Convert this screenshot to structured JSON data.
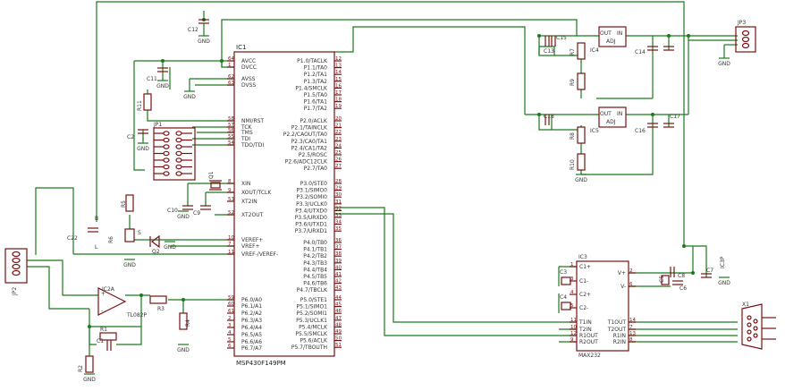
{
  "ic1": {
    "ref": "IC1",
    "value": "MSP430F149PM",
    "left_pins": [
      {
        "name": "AVCC",
        "num": "64"
      },
      {
        "name": "DVCC",
        "num": "1"
      },
      {
        "name": "AVSS",
        "num": "62"
      },
      {
        "name": "DVSS",
        "num": "63"
      },
      {
        "name": "NMI/RST",
        "num": "58"
      },
      {
        "name": "TCK",
        "num": "57"
      },
      {
        "name": "TMS",
        "num": "56"
      },
      {
        "name": "TDI",
        "num": "55"
      },
      {
        "name": "TDO/TDI",
        "num": "54"
      },
      {
        "name": "XIN",
        "num": "8"
      },
      {
        "name": "XOUT/TCLK",
        "num": "9"
      },
      {
        "name": "XT2IN",
        "num": "53"
      },
      {
        "name": "XT2OUT",
        "num": "52"
      },
      {
        "name": "VEREF+",
        "num": "10"
      },
      {
        "name": "VREF+",
        "num": "7"
      },
      {
        "name": "VREF-/VEREF-",
        "num": "11"
      },
      {
        "name": "P6.0/A0",
        "num": "59"
      },
      {
        "name": "P6.1/A1",
        "num": "60"
      },
      {
        "name": "P6.2/A2",
        "num": "61"
      },
      {
        "name": "P6.3/A3",
        "num": "2"
      },
      {
        "name": "P6.4/A4",
        "num": "3"
      },
      {
        "name": "P6.5/A5",
        "num": "4"
      },
      {
        "name": "P6.6/A6",
        "num": "5"
      },
      {
        "name": "P6.7/A7",
        "num": "6"
      }
    ],
    "right_pins": [
      {
        "name": "P1.0/TACLK",
        "num": "12"
      },
      {
        "name": "P1.1/TA0",
        "num": "13"
      },
      {
        "name": "P1.2/TA1",
        "num": "14"
      },
      {
        "name": "P1.3/TA2",
        "num": "15"
      },
      {
        "name": "P1.4/SMCLK",
        "num": "16"
      },
      {
        "name": "P1.5/TA0",
        "num": "17"
      },
      {
        "name": "P1.6/TA1",
        "num": "18"
      },
      {
        "name": "P1.7/TA2",
        "num": "19"
      },
      {
        "name": "P2.0/ACLK",
        "num": "20"
      },
      {
        "name": "P2.1/TAINCLK",
        "num": "21"
      },
      {
        "name": "P2.2/CAOUT/TA0",
        "num": "22"
      },
      {
        "name": "P2.3/CA0/TA1",
        "num": "23"
      },
      {
        "name": "P2.4/CA1/TA2",
        "num": "24"
      },
      {
        "name": "P2.5/ROSC",
        "num": "25"
      },
      {
        "name": "P2.6/ADC12CLK",
        "num": "26"
      },
      {
        "name": "P2.7/TA0",
        "num": "27"
      },
      {
        "name": "P3.0/STE0",
        "num": "28"
      },
      {
        "name": "P3.1/SIMO0",
        "num": "29"
      },
      {
        "name": "P3.2/SOMI0",
        "num": "30"
      },
      {
        "name": "P3.3/UCLK0",
        "num": "31"
      },
      {
        "name": "P3.4/UTXD0",
        "num": "32"
      },
      {
        "name": "P3.5/URXD0",
        "num": "33"
      },
      {
        "name": "P3.6/UTXD1",
        "num": "34"
      },
      {
        "name": "P3.7/URXD1",
        "num": "35"
      },
      {
        "name": "P4.0/TB0",
        "num": "36"
      },
      {
        "name": "P4.1/TB1",
        "num": "37"
      },
      {
        "name": "P4.2/TB2",
        "num": "38"
      },
      {
        "name": "P4.3/TB3",
        "num": "39"
      },
      {
        "name": "P4.4/TB4",
        "num": "40"
      },
      {
        "name": "P4.5/TB5",
        "num": "41"
      },
      {
        "name": "P4.6/TB6",
        "num": "42"
      },
      {
        "name": "P4.7/TBCLK",
        "num": "43"
      },
      {
        "name": "P5.0/STE1",
        "num": "44"
      },
      {
        "name": "P5.1/SIMO1",
        "num": "45"
      },
      {
        "name": "P5.2/SOMI1",
        "num": "46"
      },
      {
        "name": "P5.3/UCLK1",
        "num": "47"
      },
      {
        "name": "P5.4/MCLK",
        "num": "48"
      },
      {
        "name": "P5.5/SMCLK",
        "num": "49"
      },
      {
        "name": "P5.6/ACLK",
        "num": "50"
      },
      {
        "name": "P5.7/TBOUTH",
        "num": "51"
      }
    ]
  },
  "ic3": {
    "ref": "IC3",
    "value": "MAX232",
    "left_pins": [
      {
        "name": "C1+",
        "num": "1"
      },
      {
        "name": "C1-",
        "num": "3"
      },
      {
        "name": "C2+",
        "num": "4"
      },
      {
        "name": "C2-",
        "num": "5"
      },
      {
        "name": "T1IN",
        "num": "11"
      },
      {
        "name": "T2IN",
        "num": "10"
      },
      {
        "name": "R1OUT",
        "num": "12"
      },
      {
        "name": "R2OUT",
        "num": "9"
      }
    ],
    "right_pins": [
      {
        "name": "V+",
        "num": "2"
      },
      {
        "name": "V-",
        "num": "6"
      },
      {
        "name": "T1OUT",
        "num": "14"
      },
      {
        "name": "T2OUT",
        "num": "7"
      },
      {
        "name": "R1IN",
        "num": "13"
      },
      {
        "name": "R2IN",
        "num": "8"
      }
    ]
  },
  "regulators": [
    {
      "ref": "IC4",
      "out": "OUT",
      "in": "IN",
      "adj": "ADJ"
    },
    {
      "ref": "IC5",
      "out": "OUT",
      "in": "IN",
      "adj": "ADJ"
    }
  ],
  "opamp": {
    "ref": "IC2A",
    "value": "TL082P"
  },
  "connectors": {
    "jp1": "JP1",
    "jp2": "JP2",
    "jp3": "JP3",
    "x1": "X1",
    "ic3p": "IC3P"
  },
  "ground_label": "GND",
  "parts": {
    "C1": "C1",
    "C2": "C2",
    "C3": "C3",
    "C4": "C4",
    "C5": "C5",
    "C6": "C6",
    "C7": "C7",
    "C8": "C8",
    "C9": "C9",
    "C10": "C10",
    "C11": "C11",
    "C12": "C12",
    "C13": "C13",
    "C14": "C14",
    "C15": "C15",
    "C16": "C16",
    "C17": "C17",
    "C18": "C18",
    "C22": "C22",
    "R1": "R1",
    "R2": "R2",
    "R3": "R3",
    "R4": "R4",
    "R5": "R5",
    "R6": "R6",
    "R7": "R7",
    "R8": "R8",
    "R9": "R9",
    "R10": "R10",
    "R11": "R11",
    "Q1": "Q1",
    "Q2": "Q2",
    "S": "S",
    "pin_B": "B",
    "pin_L": "L"
  },
  "colors": {
    "wire": "#1a7a1a",
    "part": "#7a1010",
    "text": "#333333"
  }
}
